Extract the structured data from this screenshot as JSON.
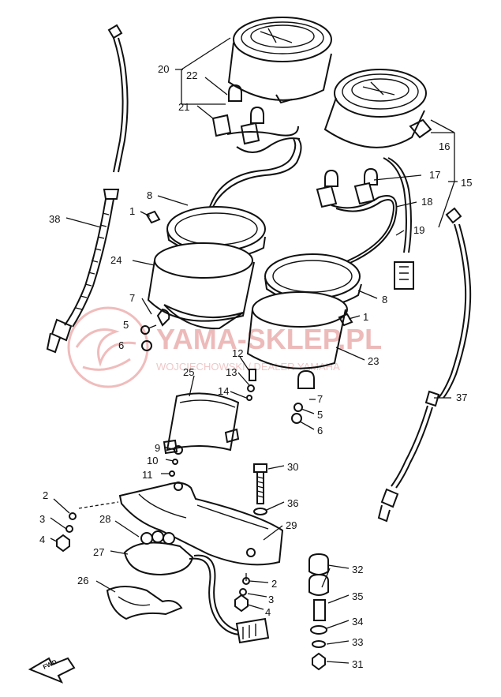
{
  "watermark": {
    "title": "YAMA-SKLEP.PL",
    "subtitle": "WOJCIECHOWSKI / DEALER YAMAHA"
  },
  "direction_marker": "FWD",
  "callouts": {
    "c1a": "1",
    "c1b": "1",
    "c2a": "2",
    "c2b": "2",
    "c3a": "3",
    "c3b": "3",
    "c4a": "4",
    "c4b": "4",
    "c5a": "5",
    "c5b": "5",
    "c6a": "6",
    "c6b": "6",
    "c7a": "7",
    "c7b": "7",
    "c8a": "8",
    "c8b": "8",
    "c9": "9",
    "c10": "10",
    "c11": "11",
    "c12": "12",
    "c13": "13",
    "c14": "14",
    "c15": "15",
    "c16": "16",
    "c17": "17",
    "c18": "18",
    "c19": "19",
    "c20": "20",
    "c21": "21",
    "c22": "22",
    "c23": "23",
    "c24": "24",
    "c25": "25",
    "c26": "26",
    "c27": "27",
    "c28": "28",
    "c29": "29",
    "c30": "30",
    "c31": "31",
    "c32": "32",
    "c33": "33",
    "c34": "34",
    "c35": "35",
    "c36": "36",
    "c37": "37",
    "c38": "38"
  }
}
